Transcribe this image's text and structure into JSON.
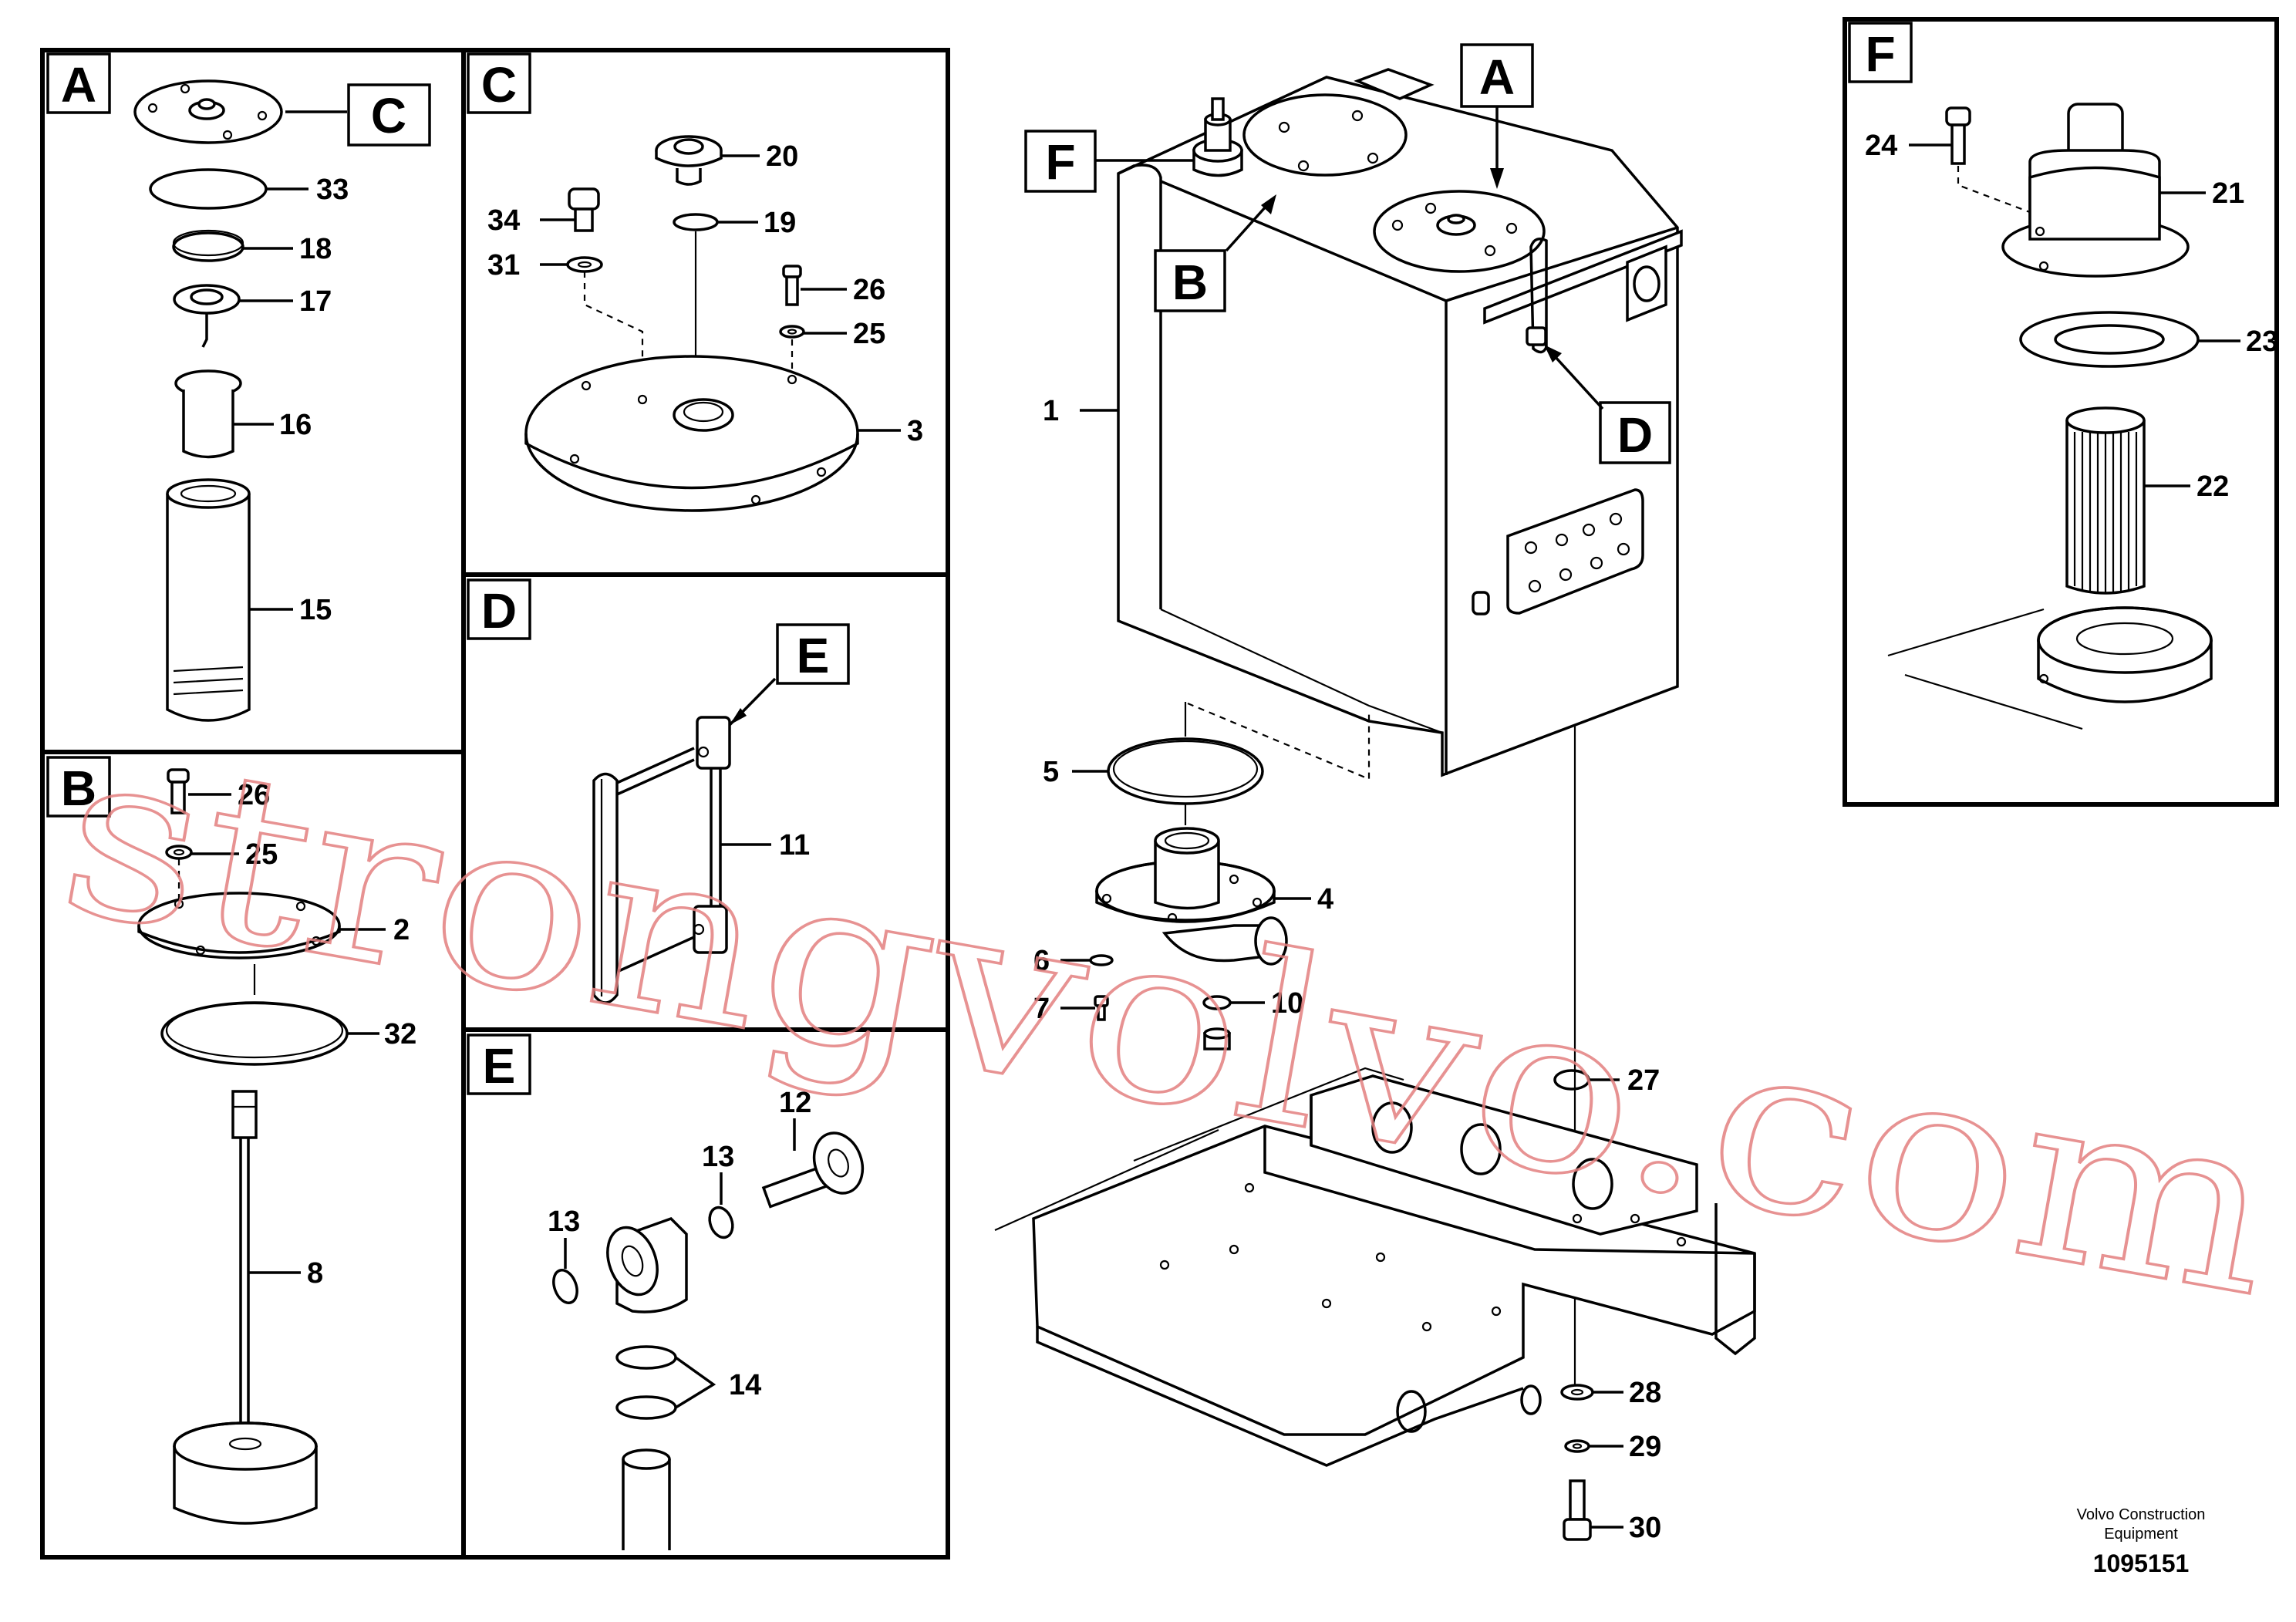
{
  "panels": {
    "A": {
      "letter": "A",
      "callout": "C",
      "labels": [
        "33",
        "18",
        "17",
        "16",
        "15"
      ]
    },
    "B": {
      "letter": "B",
      "labels": [
        "26",
        "25",
        "2",
        "32",
        "8"
      ]
    },
    "C": {
      "letter": "C",
      "labels": [
        "20",
        "19",
        "34",
        "31",
        "26",
        "25",
        "3"
      ]
    },
    "D": {
      "letter": "D",
      "callout": "E",
      "labels": [
        "11"
      ]
    },
    "E": {
      "letter": "E",
      "labels": [
        "12",
        "13",
        "13",
        "14"
      ]
    },
    "F": {
      "letter": "F",
      "labels": [
        "24",
        "21",
        "23",
        "22"
      ]
    }
  },
  "main": {
    "callouts": [
      "F",
      "A",
      "B",
      "D"
    ],
    "labels": [
      "1",
      "5",
      "4",
      "6",
      "7",
      "10",
      "27",
      "28",
      "29",
      "30"
    ]
  },
  "footer": {
    "company_line1": "Volvo Construction",
    "company_line2": "Equipment",
    "drawing_number": "1095151"
  },
  "watermark": "strongvolvo.com"
}
